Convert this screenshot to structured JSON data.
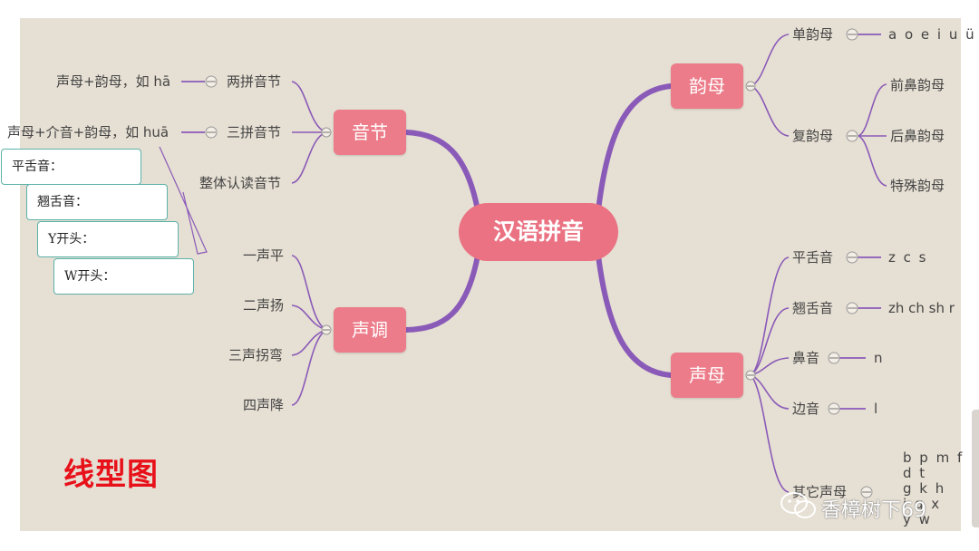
{
  "root": "汉语拼音",
  "branches": {
    "yunmu": "韵母",
    "yinjie": "音节",
    "shengdiao": "声调",
    "shengmu": "声母"
  },
  "yunmu": {
    "dan": "单韵母",
    "dan_value": "a o e i u ü",
    "fu": "复韵母",
    "fu_children": [
      "前鼻韵母",
      "后鼻韵母",
      "特殊韵母"
    ]
  },
  "yinjie": {
    "items": [
      "两拼音节",
      "三拼音节",
      "整体认读音节"
    ],
    "examples": [
      "声母+韵母，如 hā",
      "声母+介音+韵母，如 huā"
    ]
  },
  "shengdiao": {
    "items": [
      "一声平",
      "二声扬",
      "三声拐弯",
      "四声降"
    ]
  },
  "shengmu": {
    "items": [
      "平舌音",
      "翘舌音",
      "鼻音",
      "边音",
      "其它声母"
    ],
    "values": [
      "z c s",
      "zh ch sh r",
      "n",
      "l"
    ],
    "other_values": [
      "b p m f",
      "d t",
      "g k h",
      "j q x",
      "y w"
    ]
  },
  "callouts": [
    "平舌音：",
    "翘舌音：",
    "Y开头：",
    "W开头："
  ],
  "caption": "线型图",
  "watermark": "香樟树下69",
  "colors": {
    "background": "#e6dfd3",
    "node": "#ec7c89",
    "link": "#8a5ab8",
    "caption": "#e8111a",
    "callout_border": "#5bb2a8"
  }
}
